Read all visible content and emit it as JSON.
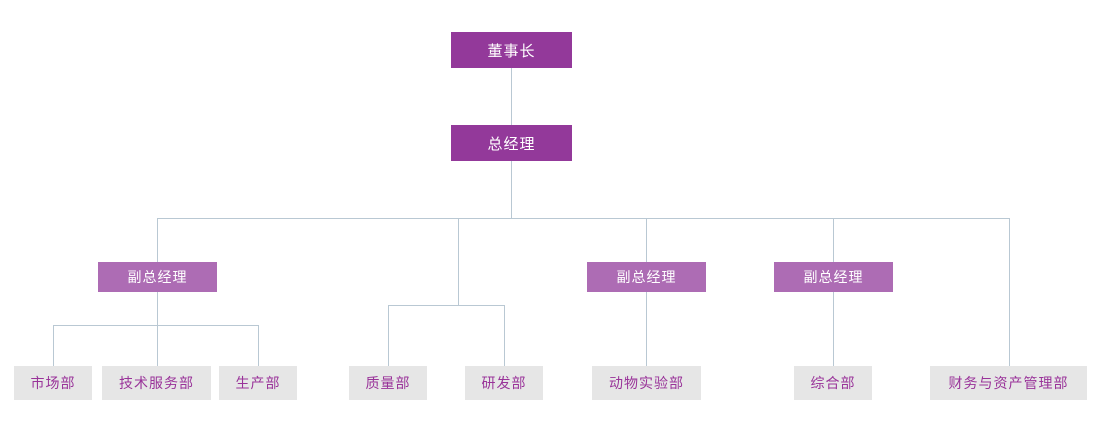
{
  "chart_data": {
    "type": "diagram",
    "diagram_type": "organization-chart",
    "title": "",
    "colors": {
      "level1_box": "#93399a",
      "level1_text": "#ffffff",
      "level2_box": "#ad6cb4",
      "level2_text": "#ffffff",
      "leaf_box": "#e6e6e6",
      "leaf_text": "#993399",
      "connector": "#b9c8d3",
      "background": "#ffffff"
    },
    "nodes": [
      {
        "id": "chairman",
        "label": "董事长",
        "level": 1,
        "parent": null
      },
      {
        "id": "gm",
        "label": "总经理",
        "level": 2,
        "parent": "chairman"
      },
      {
        "id": "vp1",
        "label": "副总经理",
        "level": 3,
        "parent": "gm"
      },
      {
        "id": "vp2",
        "label": "副总经理",
        "level": 3,
        "parent": "gm"
      },
      {
        "id": "vp3",
        "label": "副总经理",
        "level": 3,
        "parent": "gm"
      },
      {
        "id": "dept-market",
        "label": "市场部",
        "level": 4,
        "parent": "vp1"
      },
      {
        "id": "dept-tech-service",
        "label": "技术服务部",
        "level": 4,
        "parent": "vp1"
      },
      {
        "id": "dept-production",
        "label": "生产部",
        "level": 4,
        "parent": "vp1"
      },
      {
        "id": "dept-quality",
        "label": "质量部",
        "level": 4,
        "parent": "gm"
      },
      {
        "id": "dept-rd",
        "label": "研发部",
        "level": 4,
        "parent": "gm"
      },
      {
        "id": "dept-animal-lab",
        "label": "动物实验部",
        "level": 4,
        "parent": "vp2"
      },
      {
        "id": "dept-general-affairs",
        "label": "综合部",
        "level": 4,
        "parent": "vp3"
      },
      {
        "id": "dept-finance-asset",
        "label": "财务与资产管理部",
        "level": 4,
        "parent": "gm"
      }
    ]
  },
  "chart": {
    "chairman": {
      "label": "董事长"
    },
    "general_manager": {
      "label": "总经理"
    },
    "vice_general_managers": [
      {
        "label": "副总经理"
      },
      {
        "label": "副总经理"
      },
      {
        "label": "副总经理"
      }
    ],
    "departments": [
      {
        "label": "市场部"
      },
      {
        "label": "技术服务部"
      },
      {
        "label": "生产部"
      },
      {
        "label": "质量部"
      },
      {
        "label": "研发部"
      },
      {
        "label": "动物实验部"
      },
      {
        "label": "综合部"
      },
      {
        "label": "财务与资产管理部"
      }
    ]
  }
}
